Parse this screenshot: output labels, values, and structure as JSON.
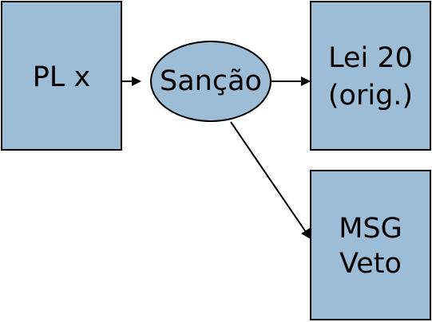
{
  "diagram": {
    "nodes": {
      "pl": {
        "label": "PL x"
      },
      "sancao": {
        "label": "Sanção"
      },
      "lei": {
        "line1": "Lei 20",
        "line2": "(orig.)"
      },
      "msg": {
        "line1": "MSG",
        "line2": "Veto"
      }
    },
    "edges": [
      {
        "from": "pl",
        "to": "sancao"
      },
      {
        "from": "sancao",
        "to": "lei"
      },
      {
        "from": "sancao",
        "to": "msg"
      }
    ],
    "colors": {
      "node_fill": "#9dbdd6",
      "stroke": "#000000",
      "text": "#000000"
    }
  }
}
